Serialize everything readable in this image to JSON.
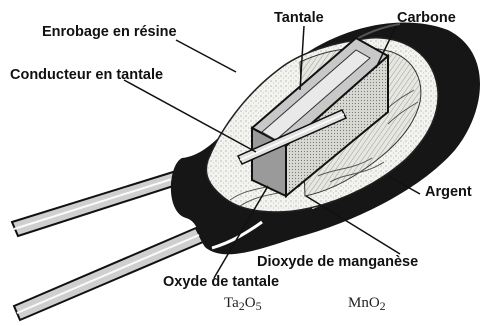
{
  "labels": {
    "enrobage": "Enrobage en résine",
    "tantale": "Tantale",
    "carbone": "Carbone",
    "conducteur": "Conducteur en tantale",
    "argent": "Argent",
    "dioxyde": "Dioxyde de manganèse",
    "oxyde": "Oxyde de tantale"
  },
  "formulas": {
    "ta2o5": {
      "el1": "Ta",
      "n1": "2",
      "el2": "O",
      "n2": "5"
    },
    "mno2": {
      "el1": "MnO",
      "n1": "2"
    }
  },
  "colors": {
    "resin": "#161616",
    "ink": "#111111",
    "silver_layer": "#f4f4f0",
    "tantalum": "#d8d8d8",
    "carbon": "#8e8e8e",
    "lead": "#c9c9c9"
  }
}
